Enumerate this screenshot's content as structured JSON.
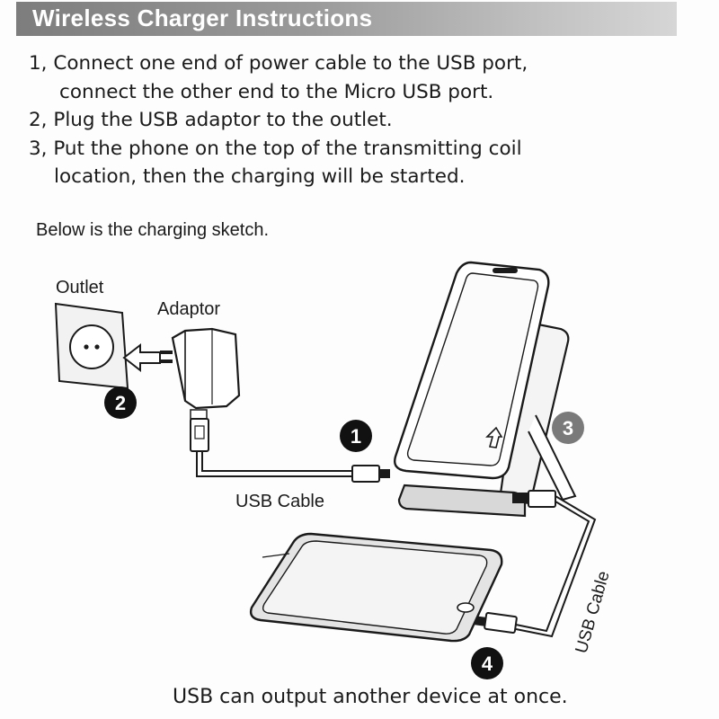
{
  "header": {
    "title": "Wireless Charger Instructions"
  },
  "instructions": {
    "steps": [
      {
        "line1": "1, Connect one end of power cable to the USB port,",
        "line2": "connect the other end to the Micro USB port."
      },
      {
        "line1": "2, Plug the USB adaptor to the outlet."
      },
      {
        "line1": "3, Put the phone on the top of the transmitting coil",
        "line2": "location, then the charging will be started."
      }
    ]
  },
  "sketch": {
    "intro": "Below is the charging sketch.",
    "labels": {
      "outlet": "Outlet",
      "adaptor": "Adaptor",
      "usb_cable_1": "USB Cable",
      "usb_cable_2": "USB Cable"
    },
    "badges": [
      "1",
      "2",
      "3",
      "4"
    ],
    "icons": [
      "wall-outlet-icon",
      "usb-adaptor-icon",
      "wireless-charger-stand-icon",
      "smartphone-icon",
      "usb-plug-icon",
      "arrow-icon"
    ]
  },
  "footer": {
    "note": "USB can output another device at once."
  }
}
